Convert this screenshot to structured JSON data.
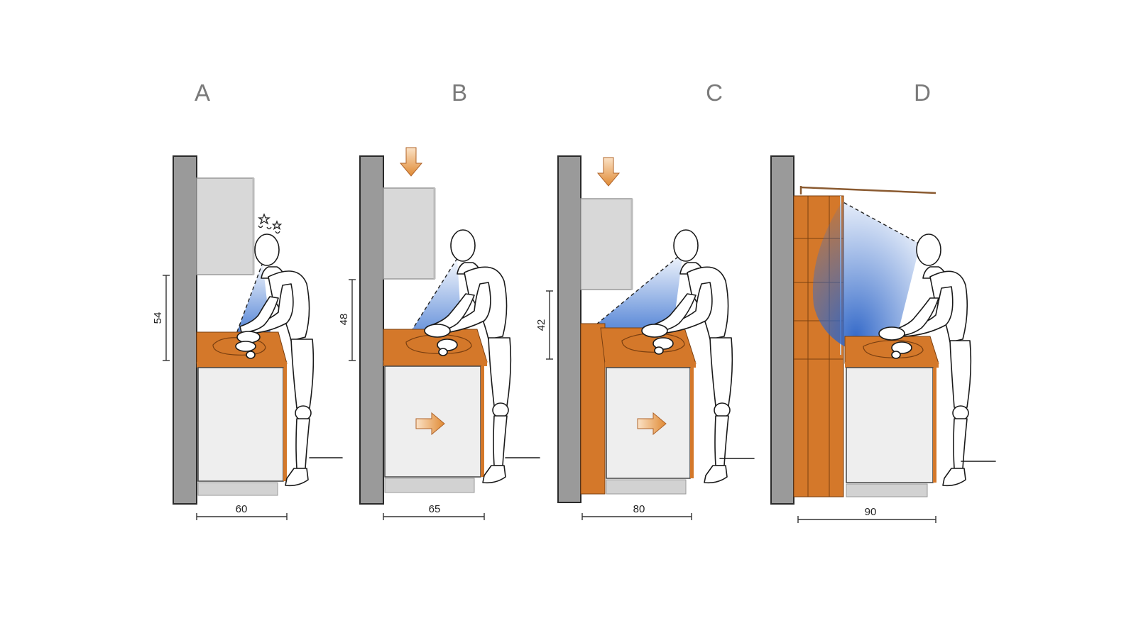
{
  "panels": [
    {
      "letter": "A",
      "height_label": "54",
      "depth_label": "60"
    },
    {
      "letter": "B",
      "height_label": "48",
      "depth_label": "65"
    },
    {
      "letter": "C",
      "height_label": "42",
      "depth_label": "80"
    },
    {
      "letter": "D",
      "depth_label": "90"
    }
  ],
  "colors": {
    "wall": "#9a9a9a",
    "countertop": "#d4782a",
    "cabinet": "#eeeeee",
    "upper_cabinet": "#d8d8d8",
    "plinth": "#d2d2d2",
    "view_cone": "#3a72d0",
    "arrow": "#e79a4a"
  }
}
